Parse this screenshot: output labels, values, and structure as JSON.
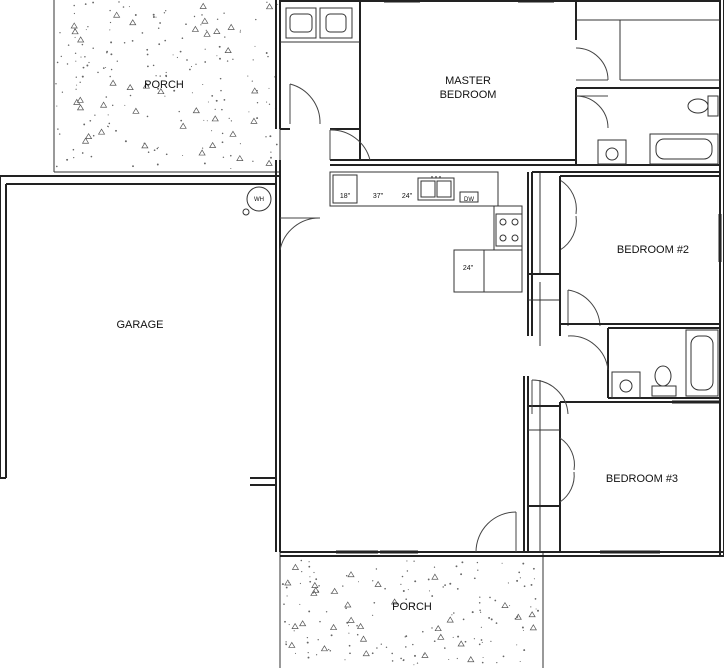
{
  "rooms": {
    "porch_top": "PORCH",
    "master_line1": "MASTER",
    "master_line2": "BEDROOM",
    "bedroom2": "BEDROOM #2",
    "bedroom3": "BEDROOM #3",
    "garage": "GARAGE",
    "porch_bottom": "PORCH"
  },
  "fixtures": {
    "water_heater": "WH",
    "fridge_width": "18\"",
    "sink_cabinet_width": "37\"",
    "cabinet_width_left": "24\"",
    "dishwasher": "DW",
    "cabinet_width_corner": "24\""
  },
  "icons": {
    "porch_fill": "stipple-pattern",
    "door": "door-swing-arc",
    "window": "window-break"
  },
  "colors": {
    "line": "#222222",
    "background": "#ffffff"
  }
}
